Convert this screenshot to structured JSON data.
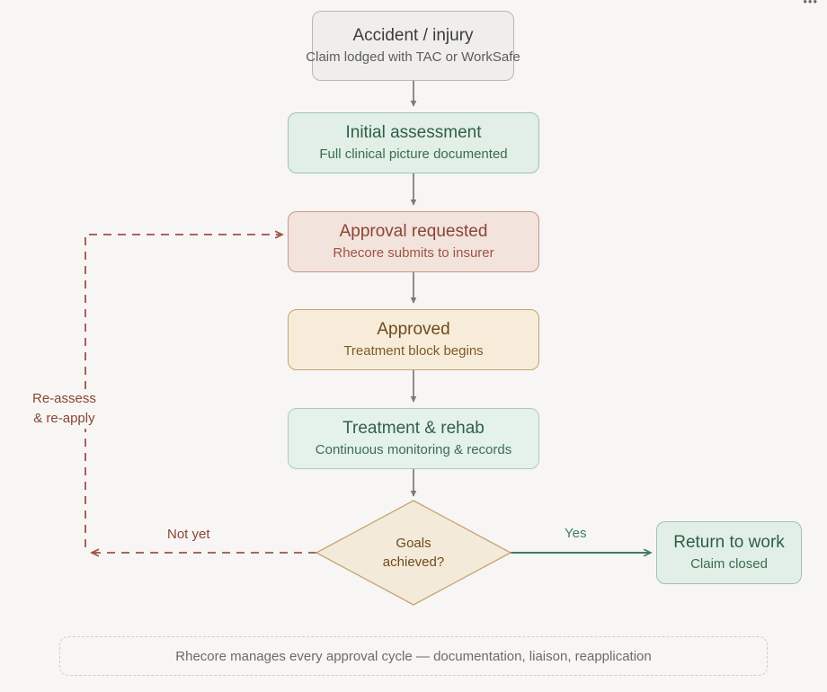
{
  "diagram": {
    "type": "flowchart",
    "background_color": "#f7f6f4",
    "nodes": [
      {
        "id": "accident",
        "shape": "rounded-rect",
        "title": "Accident / injury",
        "subtitle": "Claim lodged with TAC or WorkSafe",
        "fill": "#efeeea",
        "border": "#b9b7b0",
        "text_color": "#3c3c3a"
      },
      {
        "id": "initial",
        "shape": "rounded-rect",
        "title": "Initial assessment",
        "subtitle": "Full clinical picture documented",
        "fill": "#e2efe7",
        "border": "#9dc4ae",
        "text_color": "#2f5e47"
      },
      {
        "id": "approval",
        "shape": "rounded-rect",
        "title": "Approval requested",
        "subtitle": "Rhecore submits to insurer",
        "fill": "#f2e3dd",
        "border": "#c79887",
        "text_color": "#8a4434"
      },
      {
        "id": "approved",
        "shape": "rounded-rect",
        "title": "Approved",
        "subtitle": "Treatment block begins",
        "fill": "#f7ecd9",
        "border": "#c4a374",
        "text_color": "#6d4b1c"
      },
      {
        "id": "treatment",
        "shape": "rounded-rect",
        "title": "Treatment & rehab",
        "subtitle": "Continuous monitoring & records",
        "fill": "#e4f2ea",
        "border": "#a9cdba",
        "text_color": "#31604a"
      },
      {
        "id": "decision",
        "shape": "diamond",
        "title_line1": "Goals",
        "title_line2": "achieved?",
        "fill": "#f4eada",
        "border": "#c4a374",
        "text_color": "#6d4b1c"
      },
      {
        "id": "return",
        "shape": "rounded-rect",
        "title": "Return to work",
        "subtitle": "Claim closed",
        "fill": "#e2efe7",
        "border": "#9dc4ae",
        "text_color": "#2f5e47"
      }
    ],
    "edges": [
      {
        "from": "accident",
        "to": "initial",
        "label": "",
        "style": "solid",
        "color": "#7a7a78"
      },
      {
        "from": "initial",
        "to": "approval",
        "label": "",
        "style": "solid",
        "color": "#7a7a78"
      },
      {
        "from": "approval",
        "to": "approved",
        "label": "",
        "style": "solid",
        "color": "#7a7a78"
      },
      {
        "from": "approved",
        "to": "treatment",
        "label": "",
        "style": "solid",
        "color": "#7a7a78"
      },
      {
        "from": "treatment",
        "to": "decision",
        "label": "",
        "style": "solid",
        "color": "#7a7a78"
      },
      {
        "from": "decision",
        "to": "return",
        "label": "Yes",
        "style": "solid",
        "color": "#3f7a68"
      },
      {
        "from": "decision",
        "to": "approval",
        "label": "Not yet",
        "style": "dashed",
        "color": "#9c5442"
      }
    ],
    "edge_labels": {
      "yes": "Yes",
      "not_yet": "Not yet",
      "reassess_line1": "Re-assess",
      "reassess_line2": "& re-apply"
    },
    "footer": {
      "caption": "Rhecore manages every approval cycle — documentation, liaison, reapplication",
      "text_color": "#6b6b68",
      "border_color": "#cfcdc8"
    },
    "top_edge_artifact": "•••"
  }
}
